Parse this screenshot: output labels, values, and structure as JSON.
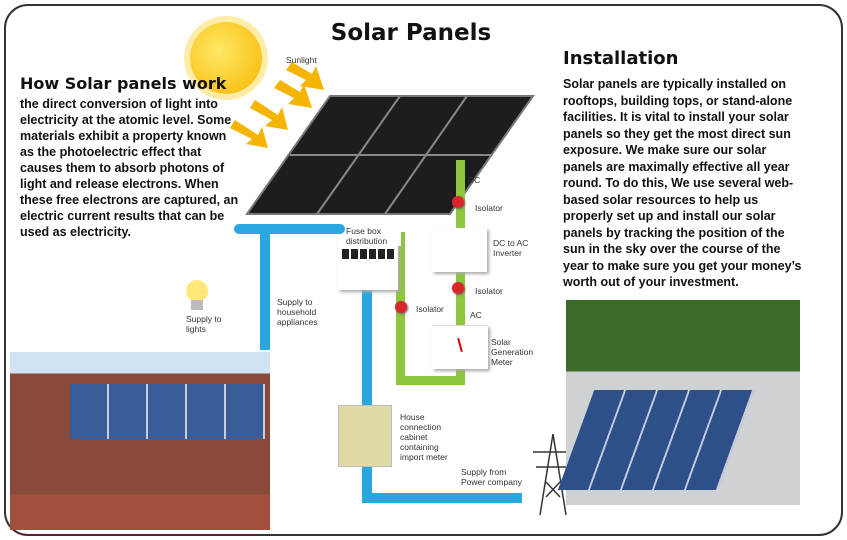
{
  "title": "Solar Panels",
  "left": {
    "heading": "How Solar panels work",
    "body": "the direct conversion of light into electricity at the atomic level. Some materials exhibit a property known as the photoelectric effect that causes them to absorb photons of light and release electrons. When these free electrons are captured, an electric current results that can be used as electricity."
  },
  "right": {
    "heading": "Installation",
    "body": "Solar panels are typically installed on rooftops, building tops, or stand-alone facilities. It is vital to install your solar panels so they get the most direct sun exposure. We make sure our solar panels are maximally effective all year round. To do this, We use several web-based solar resources to help us properly set up and install our solar panels by tracking the position of the sun in the sky over the course of the year to make sure you get your money’s worth out of your investment."
  },
  "diagram": {
    "sunlight": "Sunlight",
    "dc": "DC",
    "isolator1": "Isolator",
    "inverter": "DC to AC Inverter",
    "isolator2": "Isolator",
    "ac": "AC",
    "meter": "Solar Generation Meter",
    "isolator3": "Isolator",
    "fusebox": "Fuse box distribution",
    "lights": "Supply to lights",
    "appliances": "Supply to household appliances",
    "cabinet": "House connection cabinet containing import meter",
    "power": "Supply from Power company"
  },
  "colors": {
    "pipe_blue": "#2aa7df",
    "pipe_green": "#8dc63f"
  }
}
